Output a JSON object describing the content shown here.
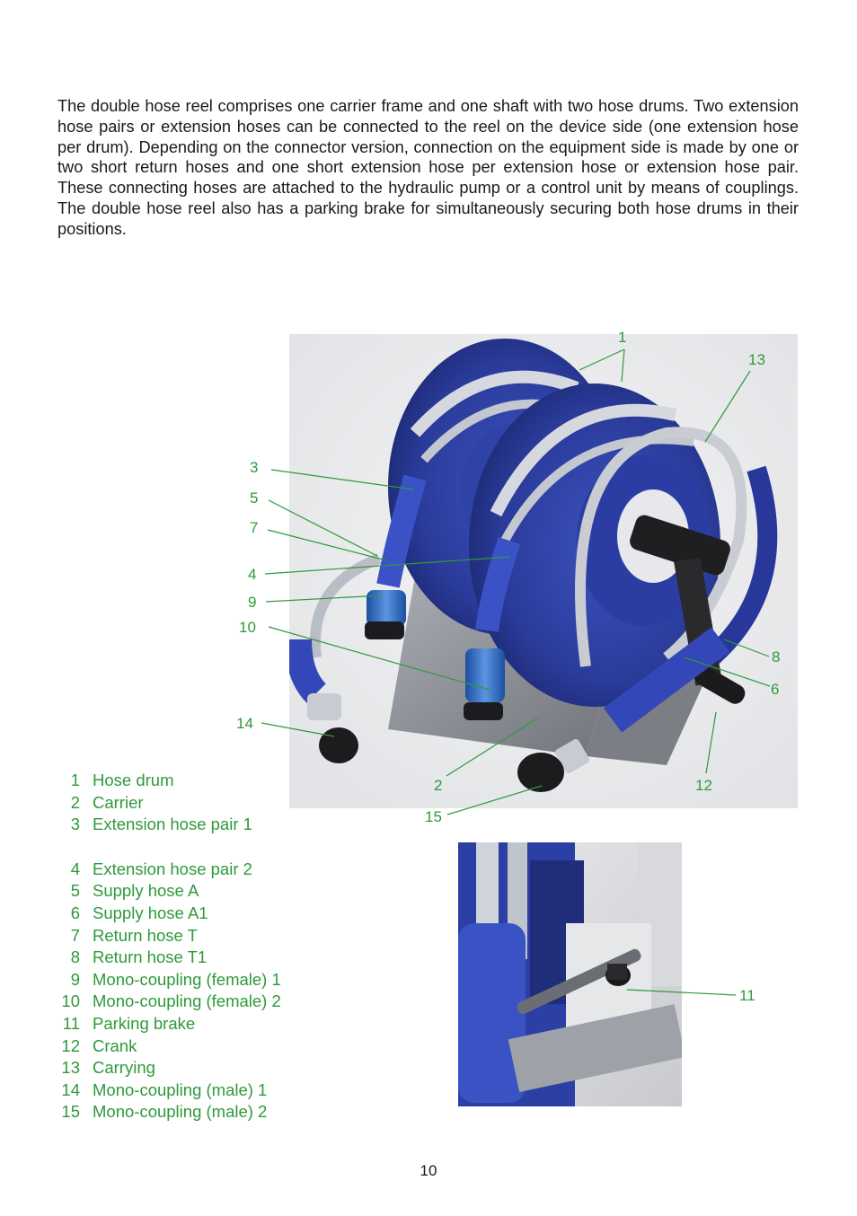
{
  "intro": {
    "text": "The double hose reel comprises one carrier frame and one shaft with two hose drums. Two extension hose pairs or extension hoses can be connected to the reel on the device side (one extension hose per drum). Depending on the connector version, connection on the equipment side is made by one or two short return hoses and one short extension hose per extension hose or extension hose pair. These connecting hoses are attached to the hydraulic pump or a control unit by means of couplings. The double hose reel also has a parking brake for simultaneously securing both hose drums in their positions."
  },
  "figure": {
    "callouts": [
      "1",
      "13",
      "3",
      "5",
      "7",
      "4",
      "9",
      "10",
      "14",
      "8",
      "6",
      "2",
      "12",
      "15",
      "11"
    ]
  },
  "legend": [
    {
      "num": "1",
      "label": "Hose drum"
    },
    {
      "num": "2",
      "label": "Carrier"
    },
    {
      "num": "3",
      "label": "Extension hose pair 1"
    },
    {
      "num": "4",
      "label": "Extension hose pair 2"
    },
    {
      "num": "5",
      "label": "Supply hose A"
    },
    {
      "num": "6",
      "label": "Supply hose A1"
    },
    {
      "num": "7",
      "label": "Return hose T"
    },
    {
      "num": "8",
      "label": "Return hose T1"
    },
    {
      "num": "9",
      "label": "Mono-coupling (female) 1"
    },
    {
      "num": "10",
      "label": "Mono-coupling (female) 2"
    },
    {
      "num": "11",
      "label": "Parking brake"
    },
    {
      "num": "12",
      "label": "Crank"
    },
    {
      "num": "13",
      "label": "Carrying"
    },
    {
      "num": "14",
      "label": "Mono-coupling (male) 1"
    },
    {
      "num": "15",
      "label": "Mono-coupling (male) 2"
    }
  ],
  "page_number": "10",
  "colors": {
    "callout_green": "#2e9a3a",
    "text": "#1a1a1a",
    "drum_blue": "#2a3b9a",
    "hose_grey": "#c9ccd3",
    "frame_grey": "#8e9298"
  }
}
